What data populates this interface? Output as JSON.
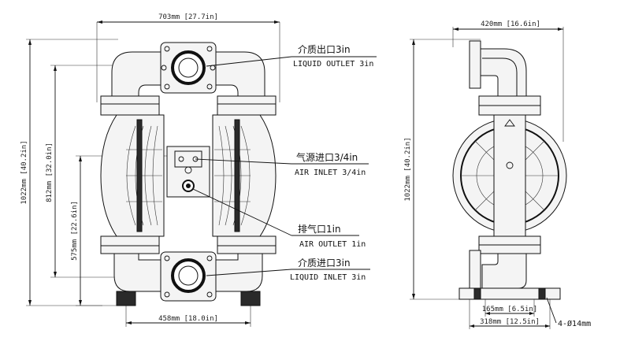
{
  "front_view": {
    "dims": {
      "width_top": "703mm [27.7in]",
      "height_total": "1022mm [40.2in]",
      "height_outlet": "812mm [32.0in]",
      "height_inlet": "575mm [22.6in]",
      "width_bottom": "458mm [18.0in]"
    },
    "labels": {
      "outlet_cn": "介质出口3in",
      "outlet_en": "LIQUID OUTLET 3in",
      "air_inlet_cn": "气源进口3/4in",
      "air_inlet_en": "AIR INLET 3/4in",
      "air_outlet_cn": "排气口1in",
      "air_outlet_en": "AIR OUTLET 1in",
      "inlet_cn": "介质进口3in",
      "inlet_en": "LIQUID INLET 3in"
    }
  },
  "side_view": {
    "dims": {
      "width_top": "420mm [16.6in]",
      "height_total": "1022mm [40.2in]",
      "base_inner": "165mm [6.5in]",
      "base_outer": "318mm [12.5in]",
      "bolt_holes": "4-Ø14mm"
    }
  }
}
